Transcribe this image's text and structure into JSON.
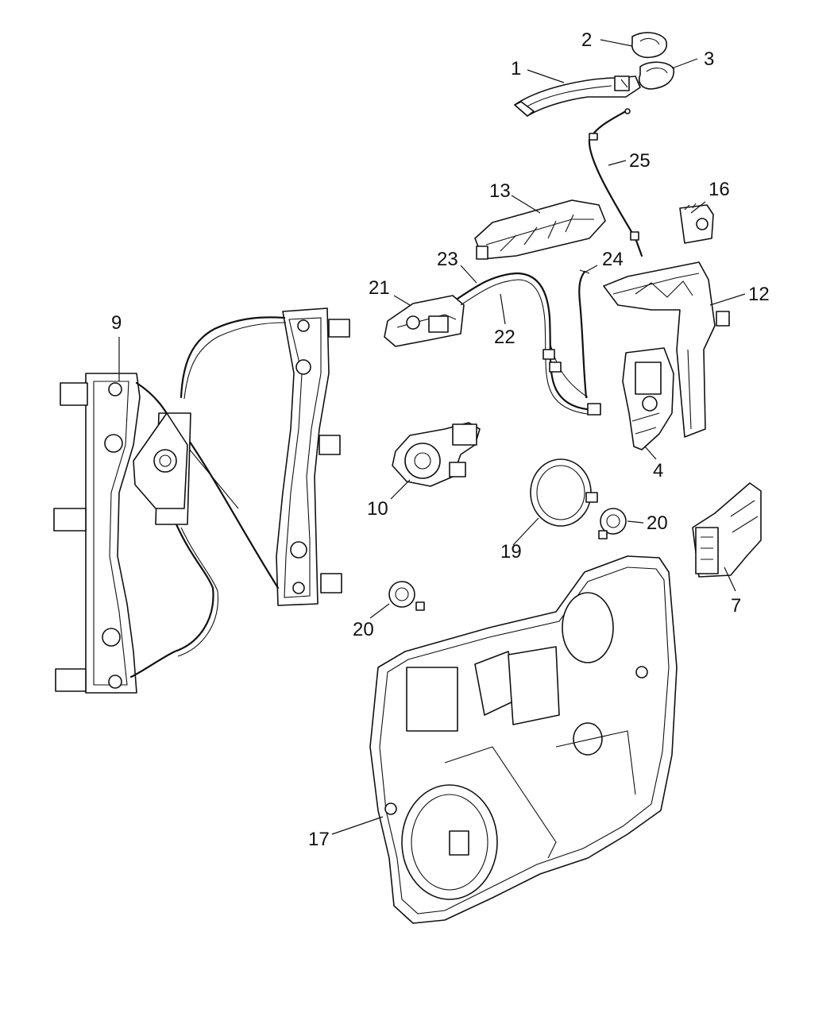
{
  "callouts": {
    "c1": "1",
    "c2": "2",
    "c3": "3",
    "c4": "4",
    "c7": "7",
    "c9": "9",
    "c10": "10",
    "c12": "12",
    "c13": "13",
    "c16": "16",
    "c17": "17",
    "c19": "19",
    "c20a": "20",
    "c20b": "20",
    "c21": "21",
    "c22": "22",
    "c23": "23",
    "c24": "24",
    "c25": "25"
  }
}
